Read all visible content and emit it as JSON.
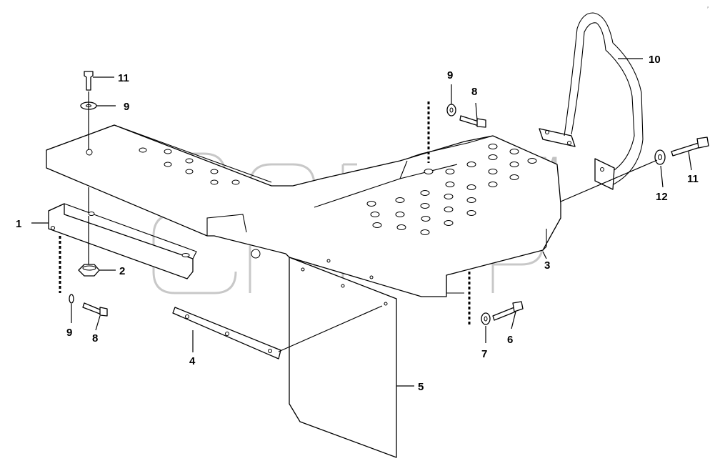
{
  "diagram": {
    "corner_mark": "⸗",
    "watermark_tm": "TM",
    "callouts": [
      {
        "id": "c1",
        "label": "1"
      },
      {
        "id": "c2",
        "label": "2"
      },
      {
        "id": "c3",
        "label": "3"
      },
      {
        "id": "c4",
        "label": "4"
      },
      {
        "id": "c5",
        "label": "5"
      },
      {
        "id": "c6",
        "label": "6"
      },
      {
        "id": "c7",
        "label": "7"
      },
      {
        "id": "c8a",
        "label": "8"
      },
      {
        "id": "c8b",
        "label": "8"
      },
      {
        "id": "c9a",
        "label": "9"
      },
      {
        "id": "c9b",
        "label": "9"
      },
      {
        "id": "c9c",
        "label": "9"
      },
      {
        "id": "c10",
        "label": "10"
      },
      {
        "id": "c11a",
        "label": "11"
      },
      {
        "id": "c11b",
        "label": "11"
      },
      {
        "id": "c12",
        "label": "12"
      }
    ]
  }
}
